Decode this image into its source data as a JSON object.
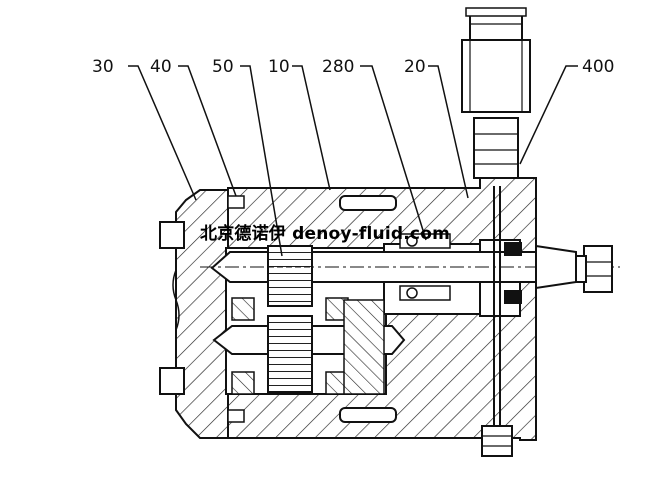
{
  "callouts": [
    {
      "id": "c30",
      "label": "30"
    },
    {
      "id": "c40",
      "label": "40"
    },
    {
      "id": "c50",
      "label": "50"
    },
    {
      "id": "c10",
      "label": "10"
    },
    {
      "id": "c280",
      "label": "280"
    },
    {
      "id": "c20",
      "label": "20"
    },
    {
      "id": "c400",
      "label": "400"
    }
  ],
  "watermark": "北京德诺伊 denoy-fluid.com"
}
